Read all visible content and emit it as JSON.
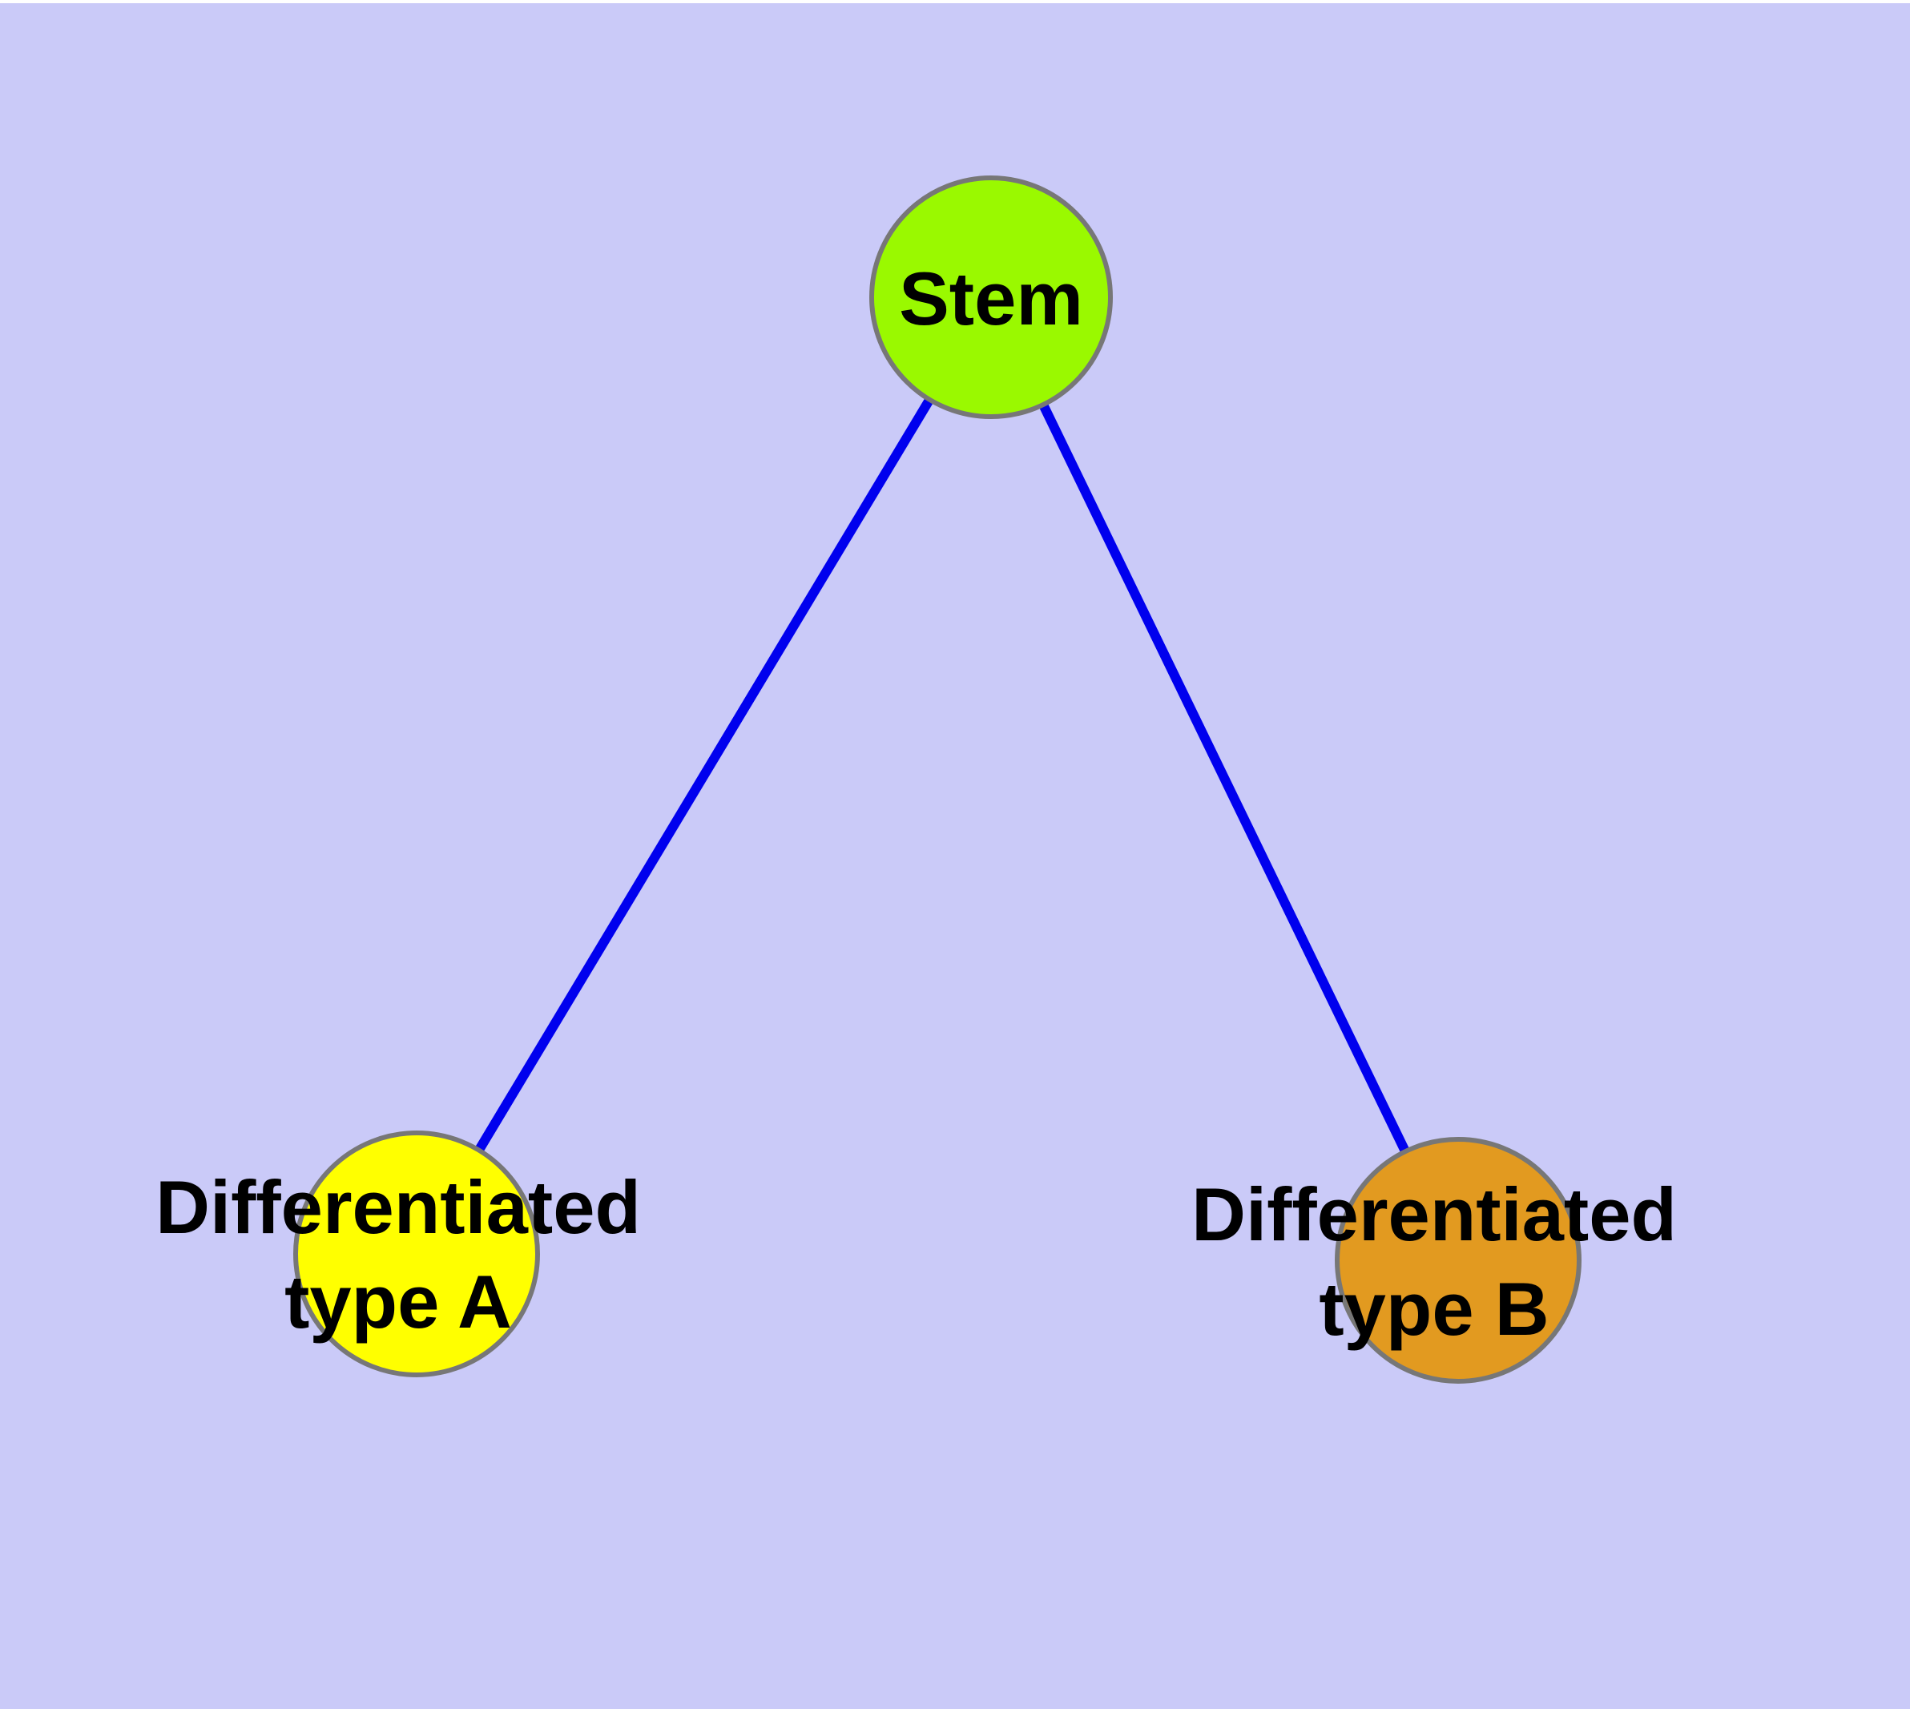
{
  "diagram": {
    "type": "graph",
    "background_color": "#CACAF8",
    "margin_color": "#FFFFFF",
    "edge_color": "#0000EE",
    "node_border_color": "#777777",
    "label_color": "#000000",
    "nodes": [
      {
        "id": "stem",
        "label": "Stem",
        "line1": "Stem",
        "line2": "",
        "fill": "#9AF900"
      },
      {
        "id": "type-a",
        "label": "Differentiated type A",
        "line1": "Differentiated",
        "line2": "type A",
        "fill": "#FFFF00"
      },
      {
        "id": "type-b",
        "label": "Differentiated type B",
        "line1": "Differentiated",
        "line2": "type B",
        "fill": "#E29A20"
      }
    ],
    "edges": [
      {
        "from": "Stem",
        "to": "Differentiated type A"
      },
      {
        "from": "Stem",
        "to": "Differentiated type B"
      }
    ]
  }
}
